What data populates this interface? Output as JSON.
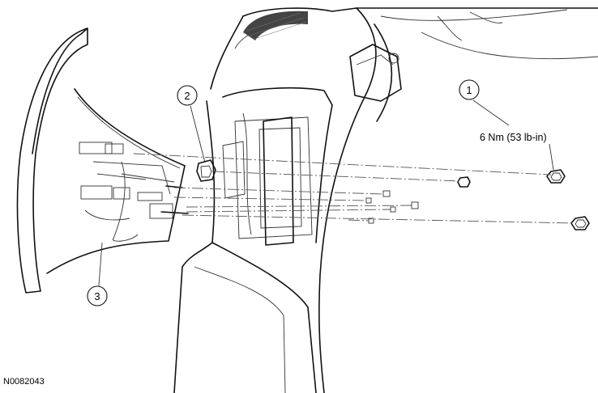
{
  "figure_id": "N0082043",
  "callouts": [
    {
      "number": "1"
    },
    {
      "number": "2"
    },
    {
      "number": "3"
    }
  ],
  "torque_spec": "6 Nm (53 lb-in)"
}
